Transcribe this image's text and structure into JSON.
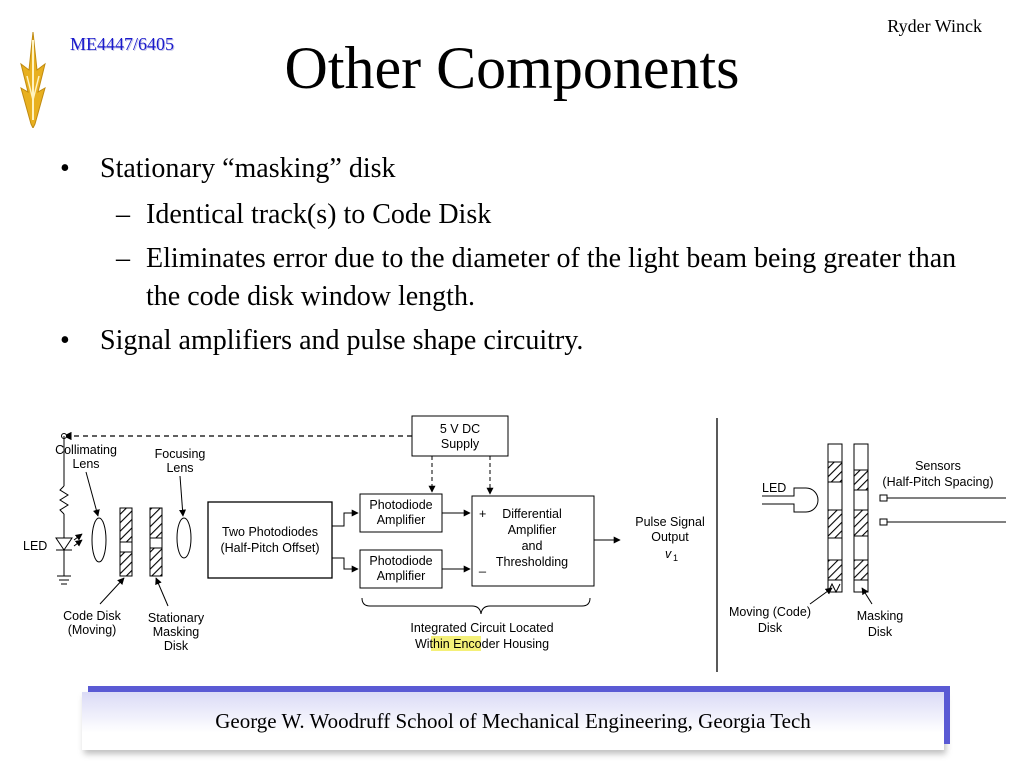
{
  "header": {
    "course_code": "ME4447/6405",
    "author": "Ryder Winck",
    "title": "Other Components"
  },
  "bullets": {
    "b1": "Stationary “masking” disk",
    "b1_sub1": "Identical track(s) to Code Disk",
    "b1_sub2": "Eliminates error due to the diameter of the light beam being greater than the code disk window length.",
    "b2": "Signal amplifiers and pulse shape circuitry.",
    "bullet_mark": "•",
    "dash_mark": "–"
  },
  "diagram": {
    "collimating_lens": [
      "Collimating",
      "Lens"
    ],
    "focusing_lens": [
      "Focusing",
      "Lens"
    ],
    "led": "LED",
    "code_disk": [
      "Code Disk",
      "(Moving)"
    ],
    "stationary_masking_disk": [
      "Stationary",
      "Masking",
      "Disk"
    ],
    "supply": [
      "5 V DC",
      "Supply"
    ],
    "two_photodiodes": [
      "Two Photodiodes",
      "(Half-Pitch Offset)"
    ],
    "photodiode_amp_1": [
      "Photodiode",
      "Amplifier"
    ],
    "photodiode_amp_2": [
      "Photodiode",
      "Amplifier"
    ],
    "differential": [
      "Differential",
      "Amplifier",
      "and",
      "Thresholding"
    ],
    "plus": "+",
    "minus": "_",
    "pulse_output": [
      "Pulse Signal",
      "Output"
    ],
    "v_symbol": "v",
    "v_subscript": "1",
    "ic_caption_line1": "Integrated Circuit Located",
    "ic_caption_within": "Within ",
    "ic_caption_encoder": "Encoder",
    "ic_caption_housing": " Housing",
    "right_led": "LED",
    "sensors": [
      "Sensors",
      "(Half-Pitch Spacing)"
    ],
    "moving_code_disk": [
      "Moving (Code)",
      "Disk"
    ],
    "masking_disk": [
      "Masking",
      "Disk"
    ]
  },
  "footer": {
    "text": "George W. Woodruff School of Mechanical Engineering, Georgia Tech"
  },
  "colors": {
    "course_code": "#1a1acc",
    "logo_gold": "#e8b020",
    "footer_shadow": "#5a5ad4",
    "highlight": "#f4f078"
  }
}
